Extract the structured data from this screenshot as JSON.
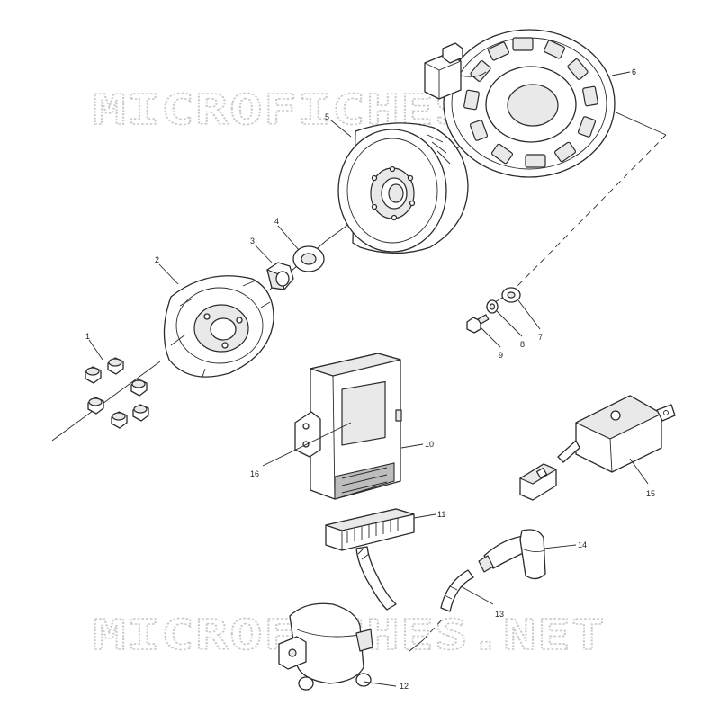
{
  "watermarks": {
    "top": "MICROFICHES.NET",
    "bottom": "MICROFICHES.NET"
  },
  "callouts": {
    "c1": "1",
    "c2": "2",
    "c3": "3",
    "c4": "4",
    "c5": "5",
    "c6": "6",
    "c7": "7",
    "c8": "8",
    "c9": "9",
    "c10": "10",
    "c11": "11",
    "c12": "12",
    "c13": "13",
    "c14": "14",
    "c15": "15",
    "c16": "16"
  }
}
